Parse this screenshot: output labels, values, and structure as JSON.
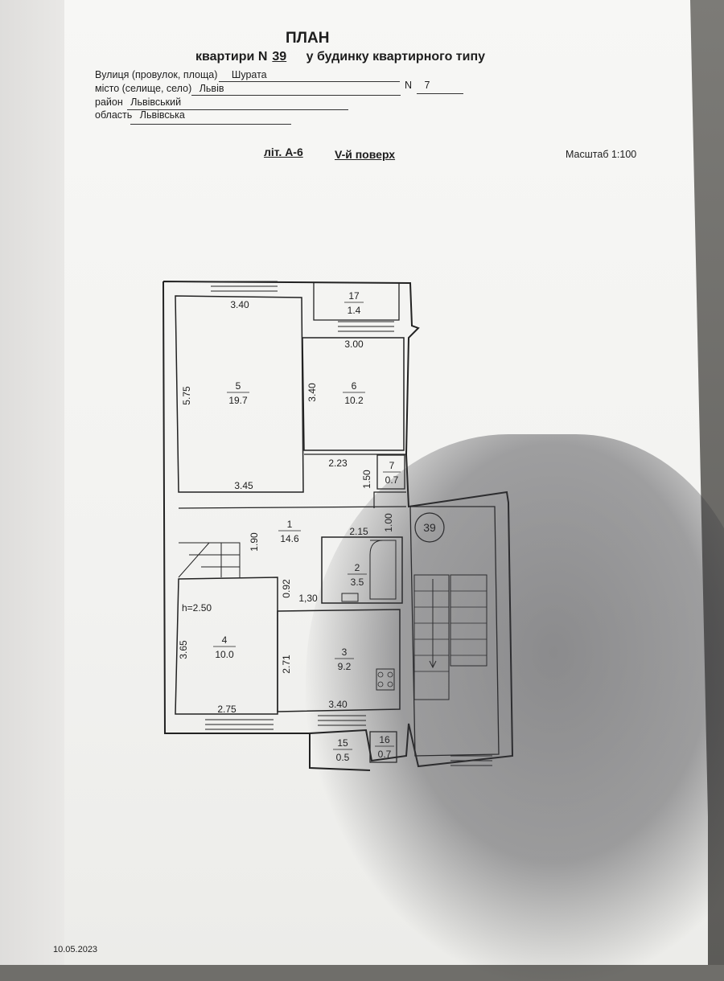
{
  "header": {
    "title": "ПЛАН",
    "subtitle_prefix": "квартири  N",
    "apartment_number": "39",
    "subtitle_suffix": "у будинку квартирного типу"
  },
  "address": {
    "street_label": "Вулиця (провулок, площа)",
    "street_value": "Шурата",
    "city_label": "місто (селище, село)",
    "city_value": "Львів",
    "house_label": "N",
    "house_value": "7",
    "district_label": "район",
    "district_value": "Львівський",
    "region_label": "область",
    "region_value": "Львівська"
  },
  "plan_meta": {
    "letter": "літ. А-6",
    "floor": "V-й поверх",
    "scale": "Масштаб 1:100",
    "ceiling_height": "h=2.50",
    "apartment_marker": "39"
  },
  "rooms": [
    {
      "number": "17",
      "area": "1.4"
    },
    {
      "number": "5",
      "area": "19.7"
    },
    {
      "number": "6",
      "area": "10.2"
    },
    {
      "number": "7",
      "area": "0.7"
    },
    {
      "number": "1",
      "area": "14.6"
    },
    {
      "number": "2",
      "area": "3.5"
    },
    {
      "number": "4",
      "area": "10.0"
    },
    {
      "number": "3",
      "area": "9.2"
    },
    {
      "number": "15",
      "area": "0.5"
    },
    {
      "number": "16",
      "area": "0.7"
    }
  ],
  "dimensions": {
    "d340_top": "3.40",
    "d575": "5.75",
    "d345": "3.45",
    "d300": "3.00",
    "d340_side": "3.40",
    "d223": "2.23",
    "d150": "1.50",
    "d100": "1.00",
    "d190": "1.90",
    "d215": "2.15",
    "d092": "0.92",
    "d130": "1,30",
    "d365": "3.65",
    "d271": "2.71",
    "d275": "2.75",
    "d340_bottom": "3.40"
  },
  "footer": {
    "date": "10.05.2023"
  }
}
